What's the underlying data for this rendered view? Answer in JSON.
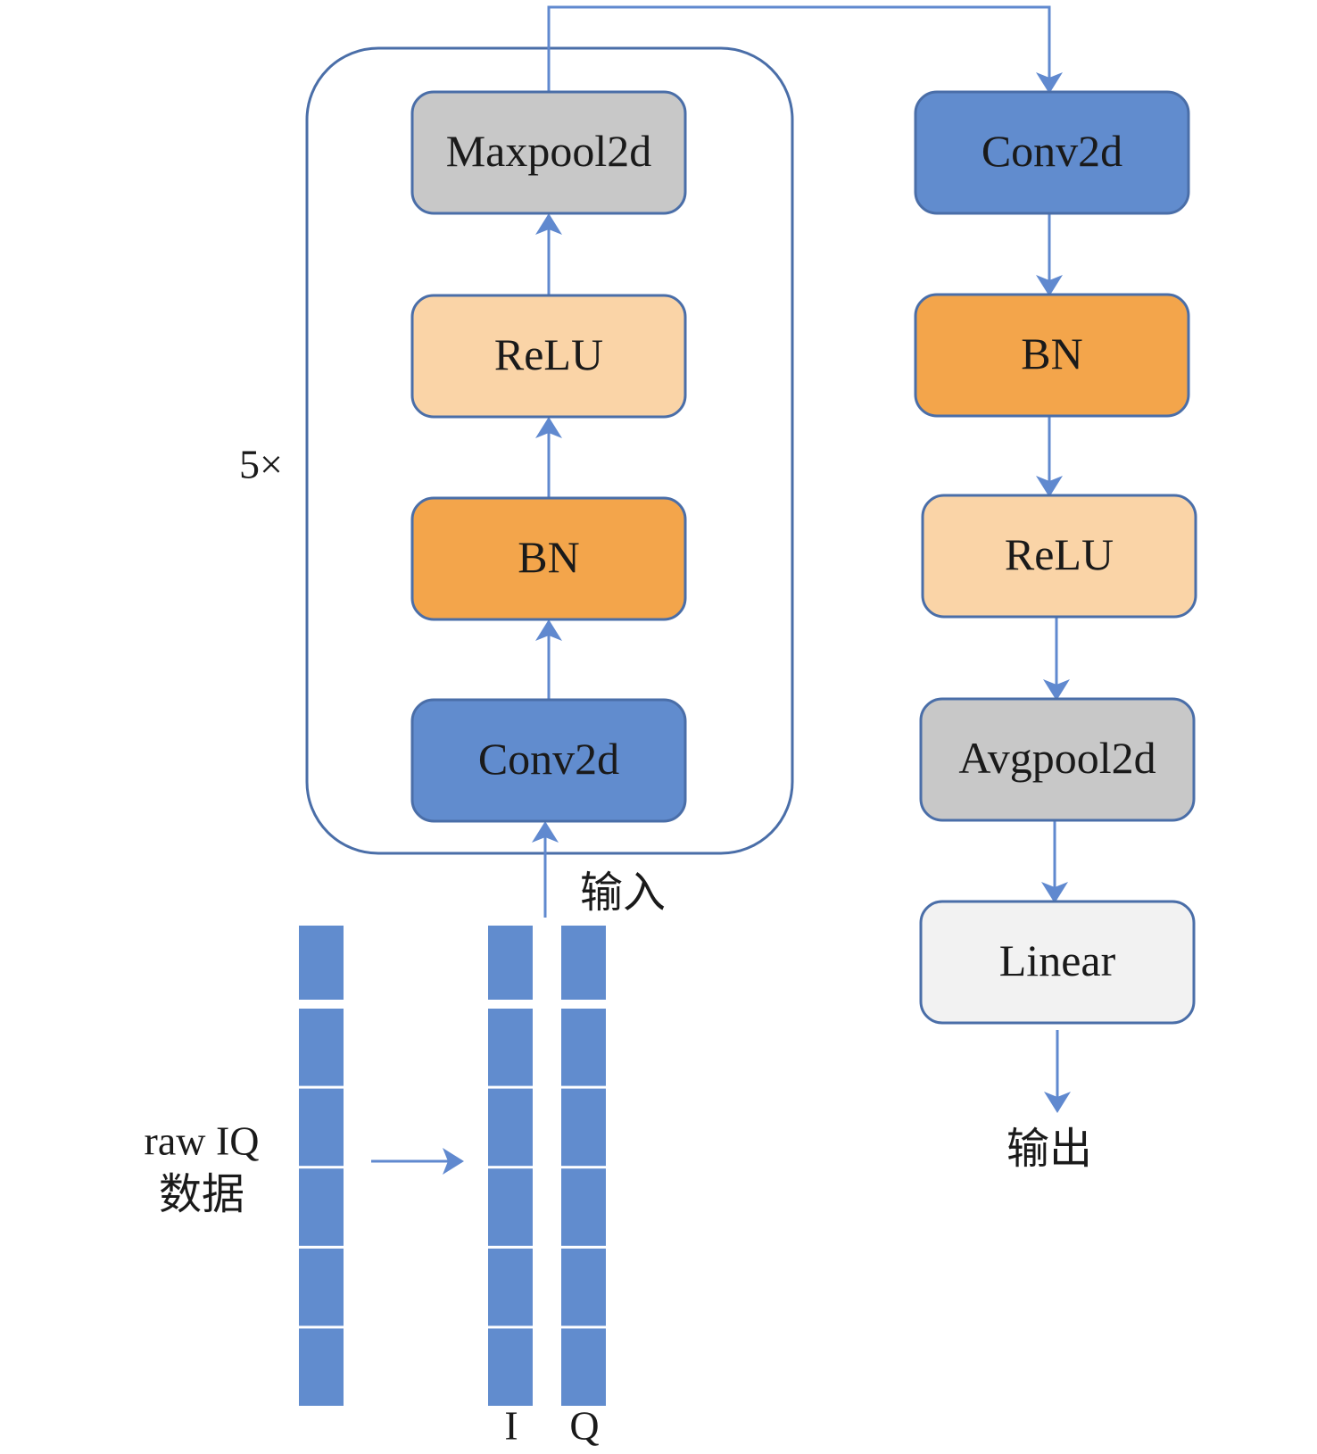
{
  "diagram": {
    "type": "neural-network-architecture",
    "colors": {
      "edge": "#6089cf",
      "node_border": "#4a6ea8",
      "conv": "#618cce",
      "bn": "#f3a54b",
      "relu": "#fad4a7",
      "pool": "#c8c8c8",
      "linear": "#f2f2f2",
      "data_block": "#618cce"
    },
    "repeat_block": {
      "label": "5×",
      "nodes": [
        {
          "id": "conv_a",
          "label": "Conv2d",
          "kind": "conv"
        },
        {
          "id": "bn_a",
          "label": "BN",
          "kind": "bn"
        },
        {
          "id": "relu_a",
          "label": "ReLU",
          "kind": "relu"
        },
        {
          "id": "maxpool",
          "label": "Maxpool2d",
          "kind": "pool"
        }
      ]
    },
    "head": {
      "nodes": [
        {
          "id": "conv_b",
          "label": "Conv2d",
          "kind": "conv"
        },
        {
          "id": "bn_b",
          "label": "BN",
          "kind": "bn"
        },
        {
          "id": "relu_b",
          "label": "ReLU",
          "kind": "relu"
        },
        {
          "id": "avgpool",
          "label": "Avgpool2d",
          "kind": "pool"
        },
        {
          "id": "linear",
          "label": "Linear",
          "kind": "linear"
        }
      ]
    },
    "edges": [
      {
        "from": "input",
        "to": "conv_a"
      },
      {
        "from": "conv_a",
        "to": "bn_a"
      },
      {
        "from": "bn_a",
        "to": "relu_a"
      },
      {
        "from": "relu_a",
        "to": "maxpool"
      },
      {
        "from": "maxpool",
        "to": "conv_b"
      },
      {
        "from": "conv_b",
        "to": "bn_b"
      },
      {
        "from": "bn_b",
        "to": "relu_b"
      },
      {
        "from": "relu_b",
        "to": "avgpool"
      },
      {
        "from": "avgpool",
        "to": "linear"
      },
      {
        "from": "linear",
        "to": "output"
      },
      {
        "from": "raw_iq",
        "to": "iq_pair"
      }
    ],
    "labels": {
      "input": "输入",
      "output": "输出",
      "raw_line1": "raw IQ",
      "raw_line2": "数据",
      "i_channel": "I",
      "q_channel": "Q"
    },
    "data_columns": {
      "raw_segments": 6,
      "i_segments": 6,
      "q_segments": 6
    }
  }
}
